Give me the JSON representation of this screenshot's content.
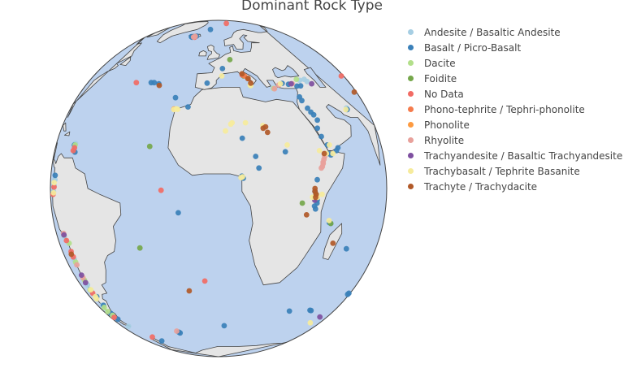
{
  "chart_data": {
    "type": "scatter",
    "projection": "orthographic",
    "projection_center": {
      "lon": 1,
      "lat": 0
    },
    "title": "Dominant Rock Type",
    "legend_position": "right",
    "colors": {
      "ocean": "#bdd2ee",
      "land": "#e5e5e5",
      "coast": "#444444"
    },
    "series": [
      {
        "name": "Andesite / Basaltic Andesite",
        "color": "#a6cee3",
        "points": [
          [
            -78,
            -1
          ],
          [
            -77,
            1
          ],
          [
            -76,
            3
          ],
          [
            -61,
            15.5
          ],
          [
            -61.5,
            14.5
          ],
          [
            -72,
            -16.5
          ],
          [
            -70,
            -25
          ],
          [
            -71,
            -35
          ],
          [
            -72,
            -38
          ],
          [
            -73,
            -44
          ],
          [
            25.5,
            36.5
          ],
          [
            40,
            40
          ],
          [
            43,
            40.5
          ],
          [
            44,
            39.5
          ],
          [
            61,
            28.6
          ],
          [
            -68,
            -55
          ],
          [
            -26,
            -58.5
          ]
        ]
      },
      {
        "name": "Basalt / Picro-Basalt",
        "color": "#3a80b9",
        "points": [
          [
            -19,
            64.5
          ],
          [
            -17,
            65
          ],
          [
            -20,
            64
          ],
          [
            -21,
            64.5
          ],
          [
            -7.5,
            71
          ],
          [
            -30,
            39
          ],
          [
            -28.5,
            39
          ],
          [
            -26,
            38.5
          ],
          [
            -16.7,
            32.7
          ],
          [
            -11,
            29
          ],
          [
            2.9,
            45.5
          ],
          [
            -4,
            38.8
          ],
          [
            30,
            38.7
          ],
          [
            33,
            38.3
          ],
          [
            37,
            37.5
          ],
          [
            39,
            37.6
          ],
          [
            36,
            33
          ],
          [
            36.5,
            31.5
          ],
          [
            38,
            28.5
          ],
          [
            39,
            27
          ],
          [
            40,
            26
          ],
          [
            41,
            24
          ],
          [
            40,
            21
          ],
          [
            41,
            18
          ],
          [
            43,
            15
          ],
          [
            43,
            12
          ],
          [
            44,
            11.5
          ],
          [
            47,
            13
          ],
          [
            48,
            14
          ],
          [
            61,
            28
          ],
          [
            9.5,
            17.4
          ],
          [
            25,
            12.6
          ],
          [
            14,
            11
          ],
          [
            9,
            4.2
          ],
          [
            9.5,
            3.5
          ],
          [
            15,
            7
          ],
          [
            37,
            3
          ],
          [
            36,
            -1
          ],
          [
            37,
            -4
          ],
          [
            37,
            -5
          ],
          [
            36,
            -6
          ],
          [
            36.5,
            -7
          ],
          [
            43.3,
            -11.7
          ],
          [
            44,
            -12
          ],
          [
            55.5,
            -21
          ],
          [
            -13,
            -8.3
          ],
          [
            4.3,
            -54.7
          ],
          [
            -26,
            -58.7
          ],
          [
            -25.5,
            -59.2
          ],
          [
            -52,
            -65
          ],
          [
            39,
            -46.8
          ],
          [
            53,
            -46.4
          ],
          [
            54,
            -46.5
          ],
          [
            82,
            -39
          ],
          [
            83,
            -38.5
          ],
          [
            -60,
            12.5
          ],
          [
            -61.5,
            15
          ],
          [
            -76,
            4.5
          ],
          [
            -70,
            -40
          ],
          [
            -71,
            -44
          ],
          [
            -72,
            -48
          ],
          [
            -71,
            -51
          ]
        ]
      },
      {
        "name": "Dacite",
        "color": "#b2df8a",
        "points": [
          [
            -61,
            15
          ],
          [
            -72,
            -16
          ],
          [
            -69,
            -19
          ],
          [
            -70,
            -26
          ],
          [
            -71,
            -33
          ],
          [
            -72,
            -37
          ],
          [
            -73,
            -45
          ],
          [
            -74,
            -47
          ],
          [
            -73,
            -49
          ],
          [
            38.5,
            40.5
          ],
          [
            36,
            -3
          ],
          [
            25,
            36.5
          ]
        ]
      },
      {
        "name": "Foidite",
        "color": "#75a74b",
        "points": [
          [
            -24,
            14.5
          ],
          [
            7,
            50
          ],
          [
            12.5,
            42
          ],
          [
            36,
            -3
          ],
          [
            36.5,
            -2
          ],
          [
            31,
            -5
          ],
          [
            44,
            -12
          ],
          [
            -29,
            -20.7
          ]
        ]
      },
      {
        "name": "No Data",
        "color": "#f26b64",
        "points": [
          [
            15,
            79
          ],
          [
            -38,
            39
          ],
          [
            80,
            42
          ],
          [
            -19,
            -0.6
          ],
          [
            -4.6,
            -33.4
          ],
          [
            -56,
            -62
          ],
          [
            -61,
            14
          ],
          [
            -61.5,
            13
          ],
          [
            -79,
            -2
          ],
          [
            -77,
            0.5
          ],
          [
            -71,
            -18
          ],
          [
            -70,
            -22
          ],
          [
            -70,
            -24
          ],
          [
            -72,
            -38.5
          ],
          [
            -74,
            -50
          ],
          [
            12,
            42.5
          ],
          [
            -18,
            64
          ]
        ]
      },
      {
        "name": "Phono-tephrite /  Tephri-phonolite",
        "color": "#f57b4c",
        "points": [
          [
            13,
            42
          ],
          [
            14.3,
            40.9
          ]
        ]
      },
      {
        "name": "Phonolite",
        "color": "#fd9a40",
        "points": [
          [
            37,
            -3
          ],
          [
            -16.5,
            28.2
          ]
        ]
      },
      {
        "name": "Rhyolite",
        "color": "#e8a19b",
        "points": [
          [
            40,
            9
          ],
          [
            40.5,
            10
          ],
          [
            41,
            11
          ],
          [
            41.5,
            12
          ],
          [
            40,
            8.5
          ],
          [
            39.5,
            7.5
          ],
          [
            39,
            7
          ],
          [
            25.4,
            36.4
          ],
          [
            35,
            38.5
          ],
          [
            28,
            38
          ],
          [
            -19,
            64.2
          ],
          [
            -72,
            -15.5
          ],
          [
            -70,
            -27
          ],
          [
            -71,
            -32
          ],
          [
            -27,
            -58
          ],
          [
            -18,
            64.8
          ]
        ]
      },
      {
        "name": "Trachyandesite / Basaltic Trachyandesite",
        "color": "#7e4fa0",
        "points": [
          [
            -72,
            -16
          ],
          [
            -71,
            -31
          ],
          [
            -71.5,
            -34
          ],
          [
            34.5,
            38.5
          ],
          [
            46,
            38.5
          ],
          [
            70,
            -49.8
          ],
          [
            36,
            -4
          ]
        ]
      },
      {
        "name": "Trachybasalt / Tephrite Basanite",
        "color": "#f6eb9c",
        "points": [
          [
            -16.5,
            28
          ],
          [
            -15.5,
            28.3
          ],
          [
            -15,
            28.1
          ],
          [
            2.5,
            42
          ],
          [
            15,
            37.7
          ],
          [
            14.8,
            38
          ],
          [
            29,
            38.5
          ],
          [
            6,
            23
          ],
          [
            5.5,
            22.5
          ],
          [
            3.5,
            20
          ],
          [
            11,
            23
          ],
          [
            17.5,
            22
          ],
          [
            26,
            15
          ],
          [
            9.2,
            4
          ],
          [
            8.7,
            3.7
          ],
          [
            44,
            15
          ],
          [
            39,
            13
          ],
          [
            42,
            12
          ],
          [
            45,
            12
          ],
          [
            39,
            -2
          ],
          [
            37,
            -3
          ],
          [
            35,
            -3
          ],
          [
            43,
            -11
          ],
          [
            66,
            -53
          ],
          [
            -78,
            -1.5
          ],
          [
            -77,
            2
          ],
          [
            -71,
            -37
          ],
          [
            -72,
            -40
          ],
          [
            -73,
            -41
          ],
          [
            60,
            28
          ]
        ]
      },
      {
        "name": "Trachyte / Trachydacite",
        "color": "#b15928",
        "points": [
          [
            -25.5,
            37.8
          ],
          [
            14.4,
            40.8
          ],
          [
            15.2,
            38.8
          ],
          [
            17.5,
            21
          ],
          [
            19,
            19.5
          ],
          [
            18.5,
            21.5
          ],
          [
            36,
            0
          ],
          [
            36,
            -1
          ],
          [
            36.5,
            -2
          ],
          [
            36.3,
            -3
          ],
          [
            33,
            -9
          ],
          [
            41,
            12
          ],
          [
            47,
            -19
          ],
          [
            -11.7,
            -37.5
          ],
          [
            -71,
            -23
          ],
          [
            81,
            35
          ],
          [
            12,
            43
          ]
        ]
      }
    ]
  }
}
